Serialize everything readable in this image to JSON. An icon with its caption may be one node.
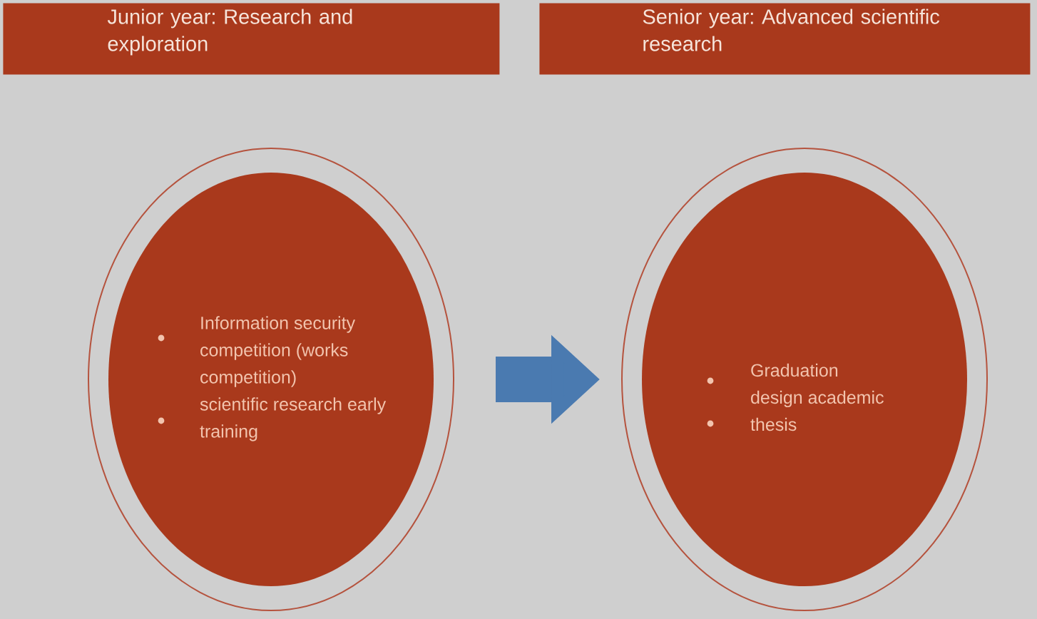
{
  "diagram": {
    "nodes": [
      {
        "text": [
          "Junior year: Research and exploration"
        ]
      },
      {
        "text": [
          "Senior year: Advanced scientific research"
        ]
      },
      {
        "text": [
          "Information security competition (works competition)",
          "scientific research early training"
        ]
      },
      {
        "text": [
          "Graduation design academic",
          "thesis"
        ]
      }
    ],
    "edges": [
      {
        "from": 2,
        "to": 3,
        "arrow": "to"
      }
    ]
  }
}
